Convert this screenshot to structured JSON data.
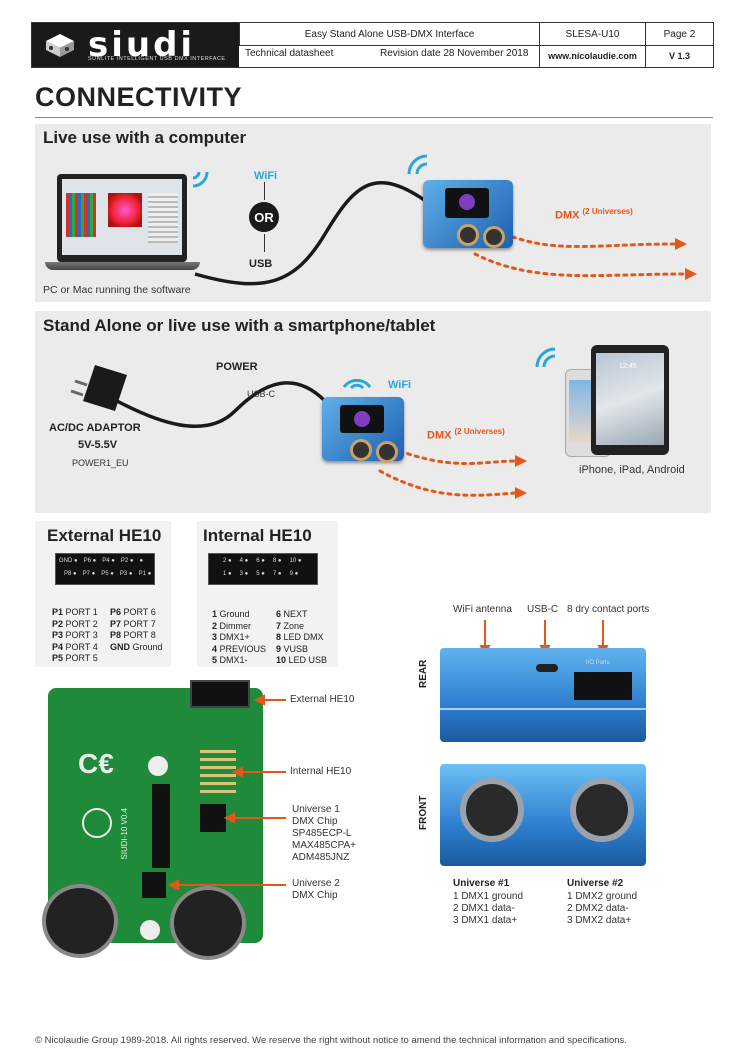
{
  "header": {
    "logo_text": "siudi",
    "logo_tagline": "SUNLITE INTELLIGENT USB DMX INTERFACE",
    "product_title": "Easy Stand Alone USB-DMX Interface",
    "product_code": "SLESA-U10",
    "page": "Page 2",
    "doc_type": "Technical datasheet",
    "revision": "Revision date 28 November 2018",
    "website": "www.nicolaudie.com",
    "version": "V 1.3"
  },
  "page_title": "CONNECTIVITY",
  "computer": {
    "title": "Live use with a computer",
    "wifi": "WiFi",
    "or": "OR",
    "usb": "USB",
    "dmx": "DMX",
    "dmx_sup": "(2 Universes)",
    "pc_caption": "PC or Mac running the software"
  },
  "standalone": {
    "title": "Stand Alone or live use with a smartphone/tablet",
    "power": "POWER",
    "usbc": "USB-C",
    "wifi": "WiFi",
    "dmx": "DMX",
    "dmx_sup": "(2 Universes)",
    "adaptor": "AC/DC ADAPTOR",
    "voltage": "5V-5.5V",
    "adaptor_model": "POWER1_EU",
    "devices": "iPhone, iPad, Android",
    "phone_time": "12:45"
  },
  "external_he10": {
    "title": "External HE10",
    "row1": [
      "GND",
      "P6",
      "P4",
      "P2",
      ""
    ],
    "row2": [
      "P8",
      "P7",
      "P5",
      "P3",
      "P1"
    ],
    "col1": [
      {
        "k": "P1",
        "v": "PORT 1"
      },
      {
        "k": "P2",
        "v": "PORT 2"
      },
      {
        "k": "P3",
        "v": "PORT 3"
      },
      {
        "k": "P4",
        "v": "PORT 4"
      },
      {
        "k": "P5",
        "v": "PORT 5"
      }
    ],
    "col2": [
      {
        "k": "P6",
        "v": "PORT 6"
      },
      {
        "k": "P7",
        "v": "PORT 7"
      },
      {
        "k": "P8",
        "v": "PORT 8"
      },
      {
        "k": "GND",
        "v": "Ground"
      }
    ]
  },
  "internal_he10": {
    "title": "Internal HE10",
    "row1": [
      "2",
      "4",
      "6",
      "8",
      "10"
    ],
    "row2": [
      "1",
      "3",
      "5",
      "7",
      "9"
    ],
    "col1": [
      {
        "k": "1",
        "v": "Ground"
      },
      {
        "k": "2",
        "v": "Dimmer"
      },
      {
        "k": "3",
        "v": "DMX1+"
      },
      {
        "k": "4",
        "v": "PREVIOUS"
      },
      {
        "k": "5",
        "v": "DMX1-"
      }
    ],
    "col2": [
      {
        "k": "6",
        "v": "NEXT"
      },
      {
        "k": "7",
        "v": "Zone"
      },
      {
        "k": "8",
        "v": "LED DMX"
      },
      {
        "k": "9",
        "v": "VUSB"
      },
      {
        "k": "10",
        "v": "LED USB"
      }
    ]
  },
  "board": {
    "ext": "External HE10",
    "int": "Internal HE10",
    "u1": [
      "Universe 1",
      "DMX Chip",
      "SP485ECP-L",
      "MAX485CPA+",
      "ADM485JNZ"
    ],
    "u2": [
      "Universe 2",
      "DMX Chip"
    ],
    "silk": "SIUDI-10 V0.4"
  },
  "device_views": {
    "wifi_antenna": "WiFi antenna",
    "usbc": "USB-C",
    "dry": "8 dry contact ports",
    "rear": "REAR",
    "front": "FRONT",
    "io_label": "I/O Ports",
    "u1_title": "Universe #1",
    "u1": [
      "1 DMX1 ground",
      "2 DMX1 data-",
      "3 DMX1 data+"
    ],
    "u2_title": "Universe #2",
    "u2": [
      "1 DMX2 ground",
      "2 DMX2 data-",
      "3 DMX2 data+"
    ]
  },
  "footer": "© Nicolaudie Group 1989-2018. All rights reserved.  We reserve the right without notice to amend the technical information and specifications.",
  "colors": {
    "accent_orange": "#e4571a",
    "accent_cyan": "#2aa7d8",
    "device_blue": "#2f7fd0",
    "panel_grey": "#ebebeb"
  }
}
